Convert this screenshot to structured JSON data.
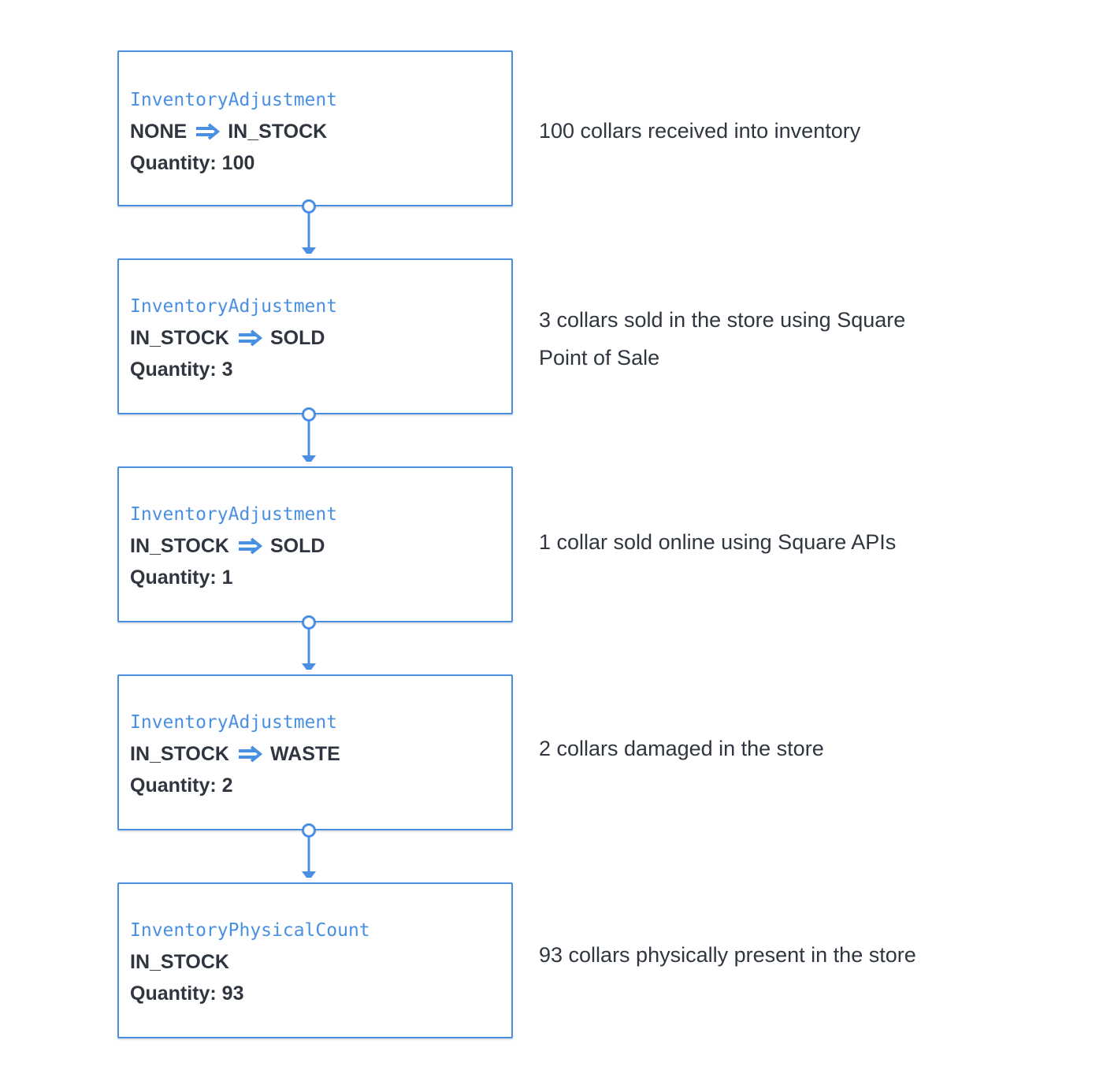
{
  "accent_color": "#4a90e2",
  "text_color": "#2f3640",
  "steps": [
    {
      "type": "InventoryAdjustment",
      "from_state": "NONE",
      "to_state": "IN_STOCK",
      "transition_icon": "double-arrow-right-icon",
      "quantity": "Quantity: 100",
      "description": "100 collars received into inventory"
    },
    {
      "type": "InventoryAdjustment",
      "from_state": "IN_STOCK",
      "to_state": "SOLD",
      "transition_icon": "double-arrow-right-icon",
      "quantity": "Quantity: 3",
      "description": "3 collars sold in the store using Square Point of Sale"
    },
    {
      "type": "InventoryAdjustment",
      "from_state": "IN_STOCK",
      "to_state": "SOLD",
      "transition_icon": "double-arrow-right-icon",
      "quantity": "Quantity: 1",
      "description": "1 collar sold online using Square APIs"
    },
    {
      "type": "InventoryAdjustment",
      "from_state": "IN_STOCK",
      "to_state": "WASTE",
      "transition_icon": "double-arrow-right-icon",
      "quantity": "Quantity: 2",
      "description": "2 collars damaged in the store"
    },
    {
      "type": "InventoryPhysicalCount",
      "from_state": "IN_STOCK",
      "to_state": "",
      "transition_icon": "",
      "quantity": "Quantity: 93",
      "description": "93 collars physically present in the store"
    }
  ]
}
